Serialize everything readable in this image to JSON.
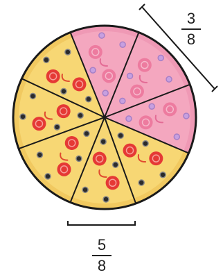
{
  "pizza": {
    "total_slices": 8,
    "pink_slices": 3,
    "yellow_slices": 5,
    "colors": {
      "pink": "#f4a7bf",
      "pink_edge": "#e98aa8",
      "yellow": "#f7d774",
      "yellow_edge": "#e9b84a",
      "tomato": "#e53935",
      "olive": "#2b2b2b",
      "outline": "#1a1a1a"
    }
  },
  "fractions": {
    "top": {
      "numerator": "3",
      "denominator": "8"
    },
    "bottom": {
      "numerator": "5",
      "denominator": "8"
    }
  }
}
